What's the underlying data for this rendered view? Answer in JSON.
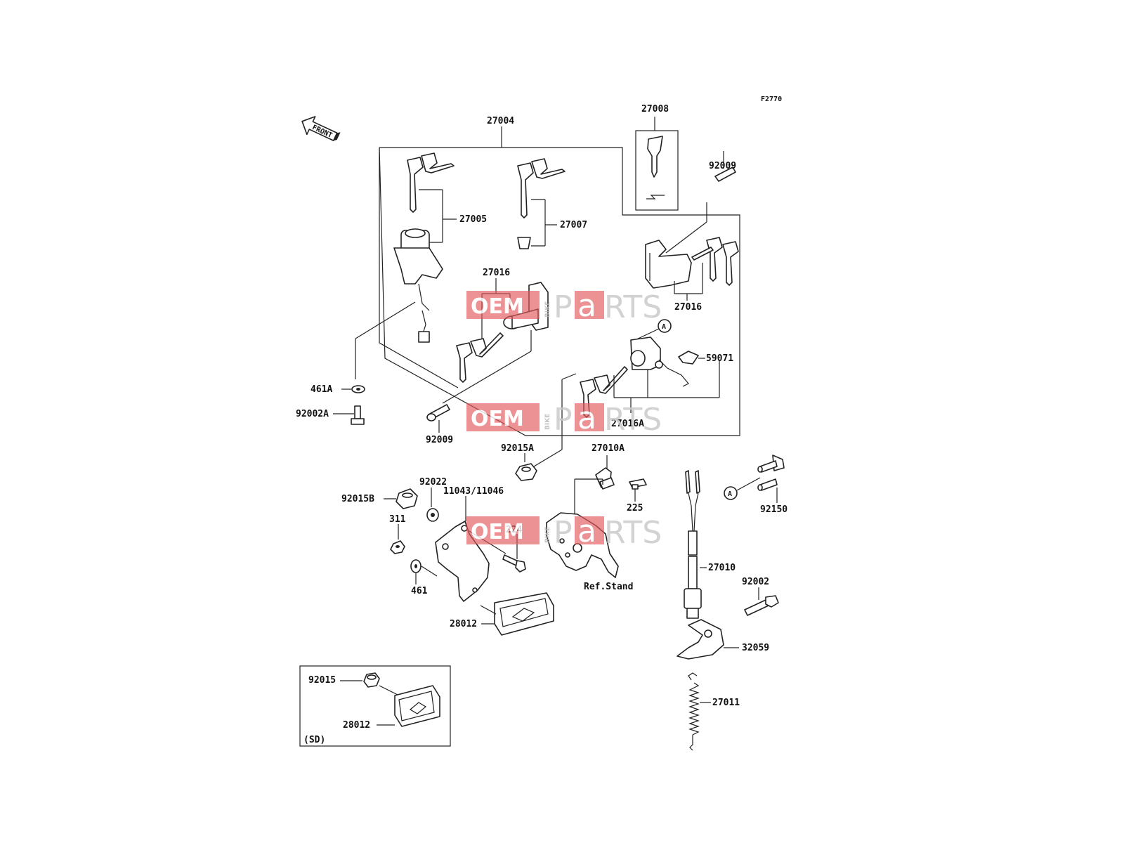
{
  "figure_code": "F2770",
  "front_label": "FRONT",
  "callout_letter": "A",
  "watermark": {
    "oem": "OEM",
    "bike": "BIKE",
    "parts_p": "P",
    "parts_a": "a",
    "parts_rts": "RTS",
    "accent": "#e35a5c"
  },
  "parts": {
    "p27004": "27004",
    "p27008": "27008",
    "p92009_top": "92009",
    "p27005": "27005",
    "p21007": "27007",
    "p27016_mid": "27016",
    "p27016_right": "27016",
    "p59071": "59071",
    "p27016A": "27016A",
    "p461A": "461A",
    "p92002A": "92002A",
    "p92009_bottom": "92009",
    "p92015A": "92015A",
    "p27010A": "27010A",
    "p92022": "92022",
    "p11043": "11043/11046",
    "p92015B": "92015B",
    "p311": "311",
    "p224": "224",
    "p225": "225",
    "p92150": "92150",
    "p27010": "27010",
    "p92002": "92002",
    "p461": "461",
    "ref_stand": "Ref.Stand",
    "p28012": "28012",
    "p32059": "32059",
    "p27011": "27011",
    "p92015": "92015",
    "p28012_inset": "28012",
    "inset_sd": "(SD)"
  }
}
